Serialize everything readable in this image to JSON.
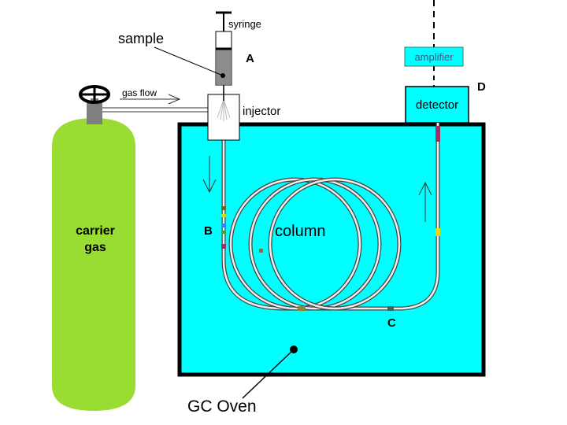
{
  "labels": {
    "syringe": "syringe",
    "sample": "sample",
    "marker_a": "A",
    "amplifier": "amplifier",
    "marker_d": "D",
    "gas_flow": "gas flow",
    "detector": "detector",
    "injector": "injector",
    "carrier_gas_line1": "carrier",
    "carrier_gas_line2": "gas",
    "marker_b": "B",
    "column": "column",
    "marker_c": "C",
    "gc_oven": "GC Oven"
  },
  "colors": {
    "oven_fill": "#00ffff",
    "cylinder_fill": "#99dd33",
    "amplifier_fill": "#00ffff",
    "amplifier_text": "#3a5a8a",
    "detector_fill": "#00ffff",
    "valve_neck": "#7f7f7f"
  }
}
